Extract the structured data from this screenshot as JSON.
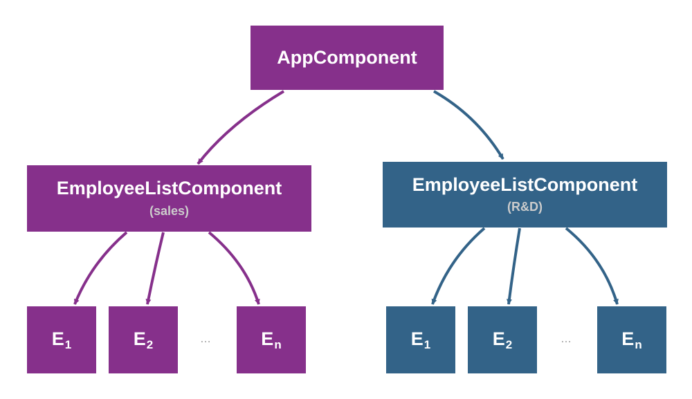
{
  "colors": {
    "sales": "#86308b",
    "rnd": "#336388",
    "ellipsis": "#888888"
  },
  "app": {
    "title": "AppComponent"
  },
  "lists": [
    {
      "title": "EmployeeListComponent",
      "subtitle": "(sales)",
      "employees": [
        {
          "letter": "E",
          "index": "1"
        },
        {
          "letter": "E",
          "index": "2"
        },
        {
          "letter": "E",
          "index": "n"
        }
      ],
      "ellipsis": "…"
    },
    {
      "title": "EmployeeListComponent",
      "subtitle": "(R&D)",
      "employees": [
        {
          "letter": "E",
          "index": "1"
        },
        {
          "letter": "E",
          "index": "2"
        },
        {
          "letter": "E",
          "index": "n"
        }
      ],
      "ellipsis": "…"
    }
  ]
}
